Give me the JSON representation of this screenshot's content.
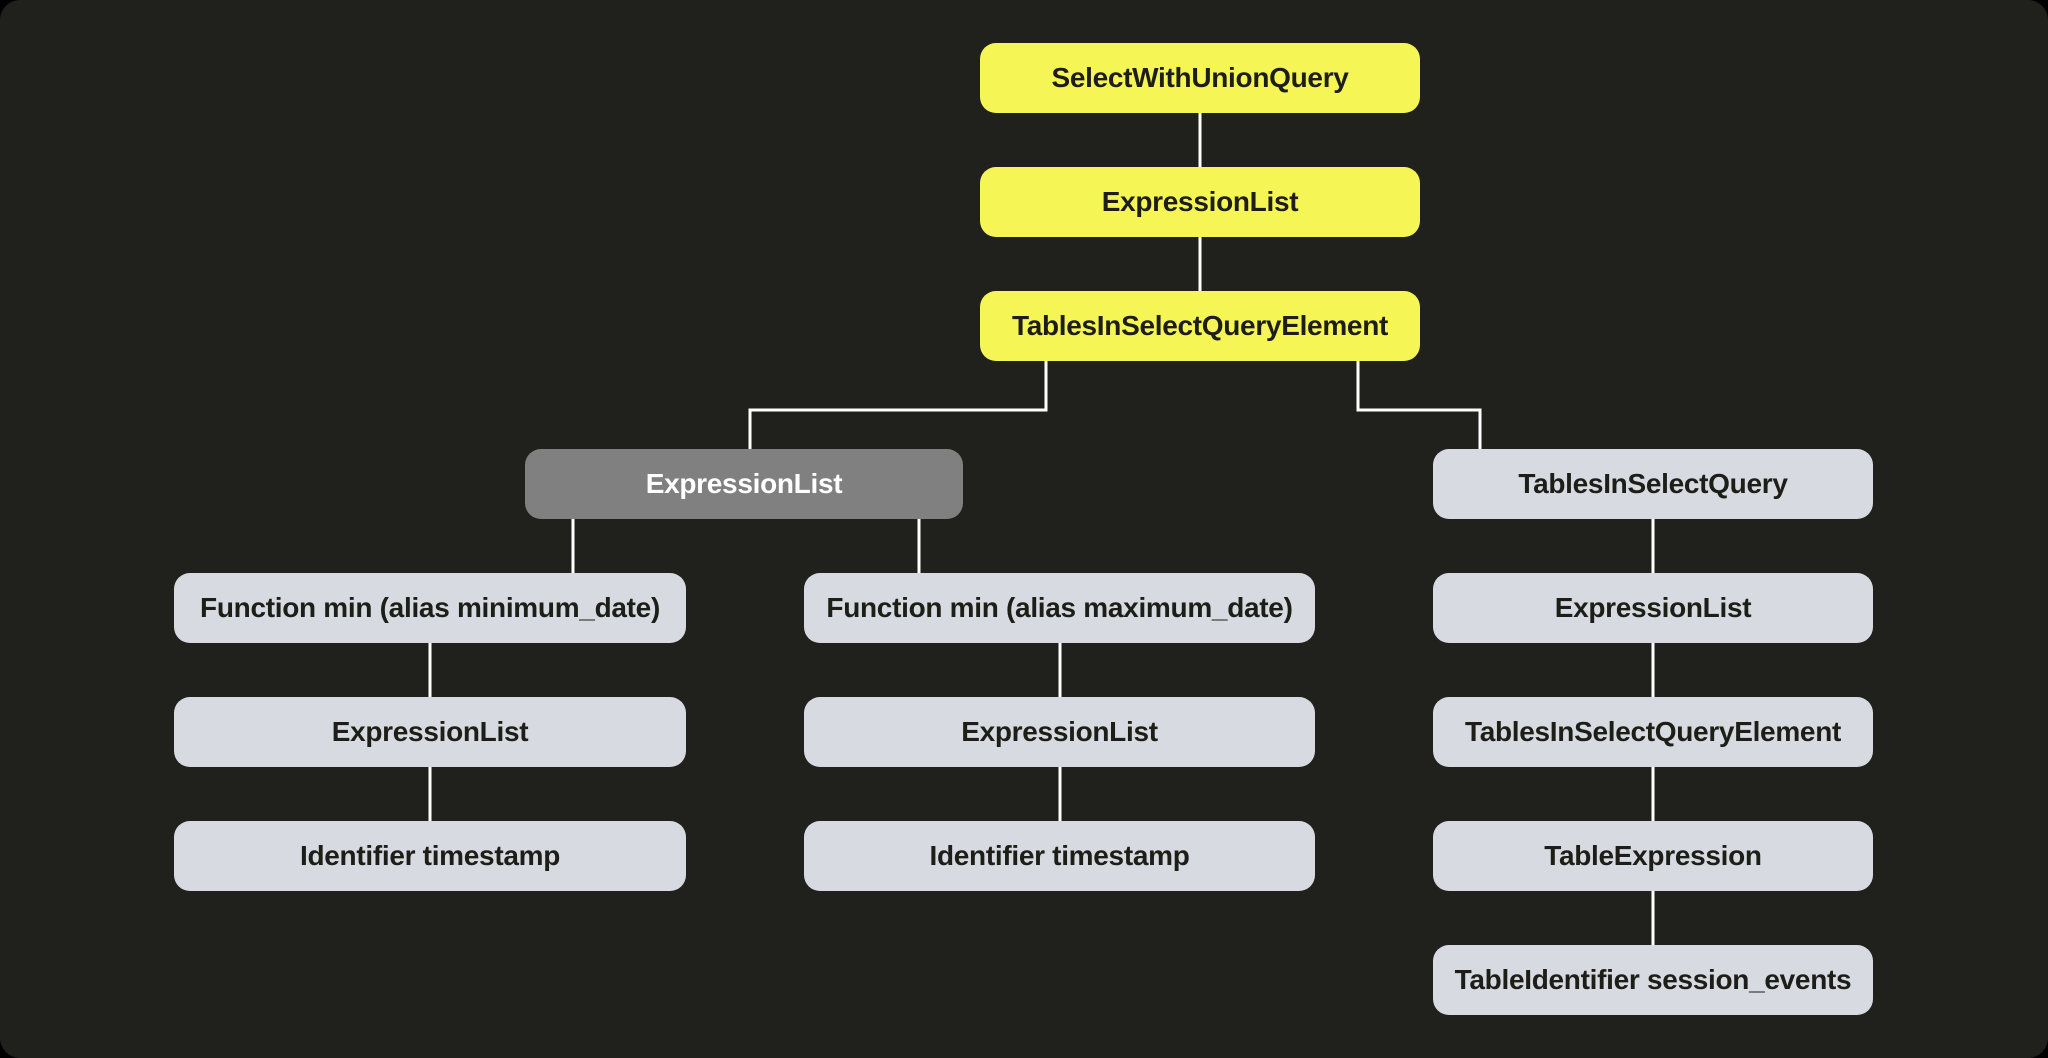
{
  "diagram": {
    "type": "query-ast-tree",
    "colors": {
      "background": "#20211c",
      "node_highlight_bg": "#f5f556",
      "node_default_bg": "#d7dae1",
      "node_selected_bg": "#808080",
      "node_text_dark": "#1d1e17",
      "node_text_light": "#ffffff",
      "connector": "#ffffff"
    },
    "nodes": [
      {
        "id": "select_with_union_query",
        "label": "SelectWithUnionQuery",
        "variant": "highlight"
      },
      {
        "id": "expression_list_root",
        "label": "ExpressionList",
        "variant": "highlight"
      },
      {
        "id": "tables_in_select_query_element_root",
        "label": "TablesInSelectQueryElement",
        "variant": "highlight"
      },
      {
        "id": "expression_list_selected",
        "label": "ExpressionList",
        "variant": "selected"
      },
      {
        "id": "tables_in_select_query",
        "label": "TablesInSelectQuery",
        "variant": "default"
      },
      {
        "id": "function_min_minimum_date",
        "label": "Function min (alias minimum_date)",
        "variant": "default"
      },
      {
        "id": "function_min_maximum_date",
        "label": "Function min (alias maximum_date)",
        "variant": "default"
      },
      {
        "id": "expression_list_tables",
        "label": "ExpressionList",
        "variant": "default"
      },
      {
        "id": "expression_list_min",
        "label": "ExpressionList",
        "variant": "default"
      },
      {
        "id": "expression_list_max",
        "label": "ExpressionList",
        "variant": "default"
      },
      {
        "id": "tables_in_select_query_element_inner",
        "label": "TablesInSelectQueryElement",
        "variant": "default"
      },
      {
        "id": "identifier_timestamp_left",
        "label": "Identifier timestamp",
        "variant": "default"
      },
      {
        "id": "identifier_timestamp_middle",
        "label": "Identifier timestamp",
        "variant": "default"
      },
      {
        "id": "table_expression",
        "label": "TableExpression",
        "variant": "default"
      },
      {
        "id": "table_identifier_session_events",
        "label": "TableIdentifier session_events",
        "variant": "default"
      }
    ],
    "edges": [
      {
        "from": "select_with_union_query",
        "to": "expression_list_root"
      },
      {
        "from": "expression_list_root",
        "to": "tables_in_select_query_element_root"
      },
      {
        "from": "tables_in_select_query_element_root",
        "to": "expression_list_selected"
      },
      {
        "from": "tables_in_select_query_element_root",
        "to": "tables_in_select_query"
      },
      {
        "from": "expression_list_selected",
        "to": "function_min_minimum_date"
      },
      {
        "from": "expression_list_selected",
        "to": "function_min_maximum_date"
      },
      {
        "from": "function_min_minimum_date",
        "to": "expression_list_min"
      },
      {
        "from": "function_min_maximum_date",
        "to": "expression_list_max"
      },
      {
        "from": "expression_list_min",
        "to": "identifier_timestamp_left"
      },
      {
        "from": "expression_list_max",
        "to": "identifier_timestamp_middle"
      },
      {
        "from": "tables_in_select_query",
        "to": "expression_list_tables"
      },
      {
        "from": "expression_list_tables",
        "to": "tables_in_select_query_element_inner"
      },
      {
        "from": "tables_in_select_query_element_inner",
        "to": "table_expression"
      },
      {
        "from": "table_expression",
        "to": "table_identifier_session_events"
      }
    ]
  }
}
